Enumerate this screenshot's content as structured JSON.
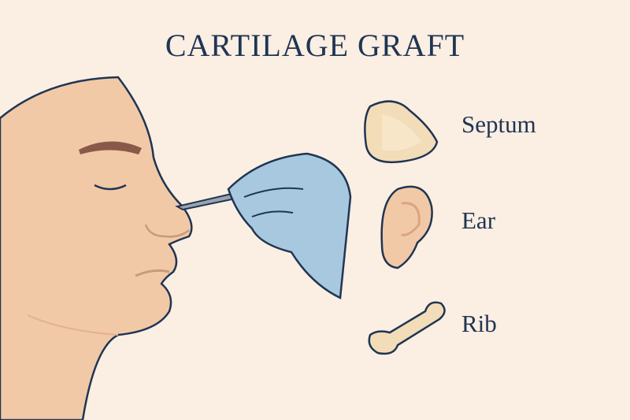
{
  "title": "CARTILAGE GRAFT",
  "sources": [
    {
      "label": "Septum",
      "icon": "septum-cartilage-icon"
    },
    {
      "label": "Ear",
      "icon": "ear-icon"
    },
    {
      "label": "Rib",
      "icon": "rib-icon"
    }
  ],
  "colors": {
    "background": "#fbeee2",
    "text": "#1f3553",
    "skin": "#f2c9a6",
    "glove": "#a8c8df"
  }
}
